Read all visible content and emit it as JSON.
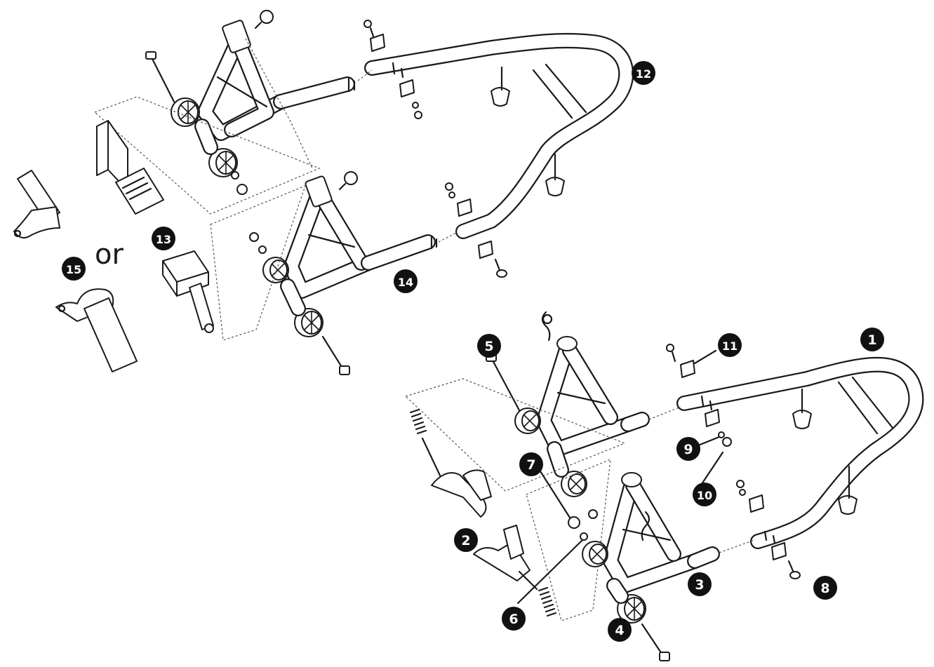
{
  "or_label": "or",
  "callouts": [
    {
      "id": "c1",
      "label": "1"
    },
    {
      "id": "c2",
      "label": "2"
    },
    {
      "id": "c3",
      "label": "3"
    },
    {
      "id": "c4",
      "label": "4"
    },
    {
      "id": "c5",
      "label": "5"
    },
    {
      "id": "c6",
      "label": "6"
    },
    {
      "id": "c7",
      "label": "7"
    },
    {
      "id": "c8",
      "label": "8"
    },
    {
      "id": "c9",
      "label": "9"
    },
    {
      "id": "c10",
      "label": "10"
    },
    {
      "id": "c11",
      "label": "11"
    },
    {
      "id": "c12",
      "label": "12"
    },
    {
      "id": "c13",
      "label": "13"
    },
    {
      "id": "c14",
      "label": "14"
    },
    {
      "id": "c15",
      "label": "15"
    }
  ],
  "colors": {
    "line": "#1a1a1a",
    "callout": "#111111",
    "background": "#ffffff"
  }
}
